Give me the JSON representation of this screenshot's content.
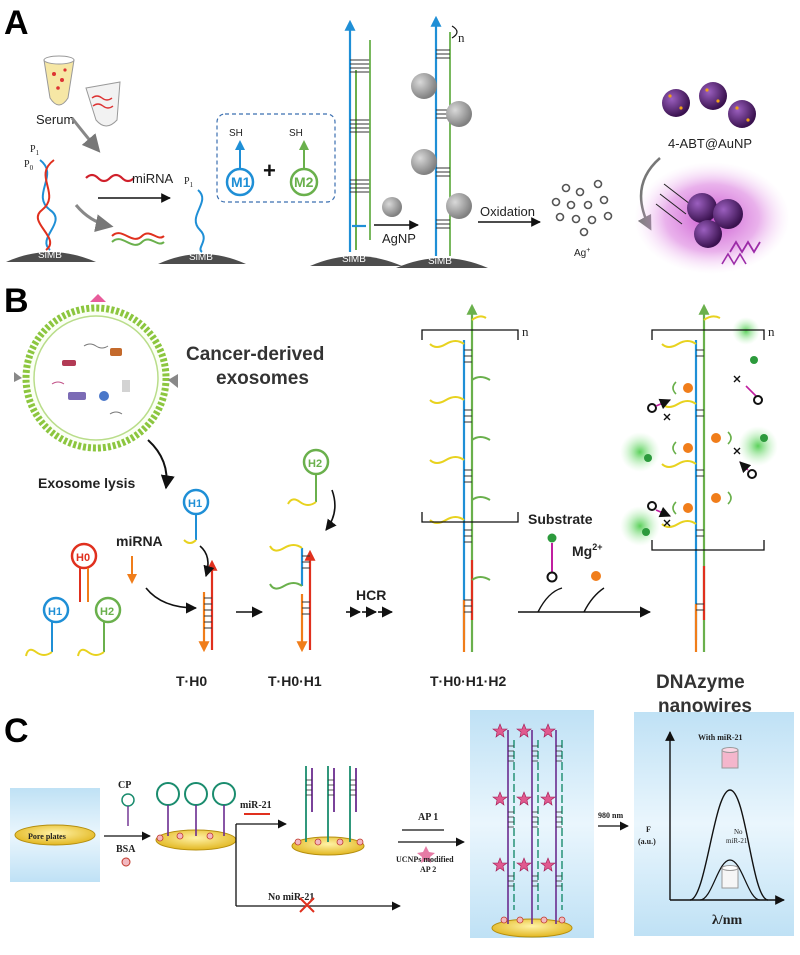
{
  "panels": {
    "a": {
      "letter": "A",
      "serum": "Serum",
      "p1": "P",
      "p1_sub": "1",
      "p0": "P",
      "p0_sub": "0",
      "mirna": "miRNA",
      "p1b": "P",
      "p1b_sub": "1",
      "sh1": "SH",
      "sh2": "SH",
      "m1": "M1",
      "m2": "M2",
      "plus": "+",
      "agnp": "AgNP",
      "oxidation": "Oxidation",
      "ag_ion": "Ag",
      "ag_sup": "+",
      "abt": "4-ABT@AuNP",
      "simb1": "SiMB",
      "simb2": "SiMB",
      "simb3": "SiMB",
      "simb4": "SiMB",
      "n": "n"
    },
    "b": {
      "letter": "B",
      "exosomes_line1": "Cancer-derived",
      "exosomes_line2": "exosomes",
      "lysis": "Exosome lysis",
      "mirna": "miRNA",
      "h0": "H0",
      "h1": "H1",
      "h2": "H2",
      "h1b": "H1",
      "h2b": "H2",
      "th0": "T·H0",
      "th0h1": "T·H0·H1",
      "hcr": "HCR",
      "th0h1h2": "T·H0·H1·H2",
      "substrate": "Substrate",
      "mg": "Mg",
      "mg_sup": "2+",
      "dnazyme1": "DNAzyme",
      "dnazyme2": "nanowires",
      "n1": "n",
      "n2": "n"
    },
    "c": {
      "letter": "C",
      "pore_plates": "Pore plates",
      "cp": "CP",
      "bsa": "BSA",
      "mir21": "miR-21",
      "no_mir21": "No miR-21",
      "ap1": "AP 1",
      "ucnps1": "UCNPs modified",
      "ucnps2": "AP 2",
      "nm980": "980 nm",
      "with_mir21": "With miR-21",
      "no1": "No",
      "no2": "miR-21",
      "f_axis": "F",
      "au": "(a.u.)",
      "lambda": "λ/nm"
    }
  },
  "colors": {
    "blue": "#1f8fd6",
    "green": "#6ab04c",
    "red": "#e0301e",
    "orange": "#f07d1a",
    "yellow": "#e8d21f",
    "grey_np": "#9a9a9a",
    "purple_np": "#5e2d79",
    "glow_purple": "#c23fc8",
    "glow_green": "#4fd14f",
    "light_blue_box": "#cfe8f7",
    "plate_yellow": "#f2d24a"
  }
}
